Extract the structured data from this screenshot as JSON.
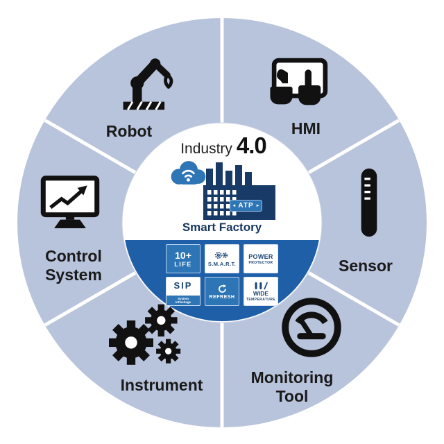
{
  "title": {
    "word": "Industry",
    "number": "4.0"
  },
  "center": {
    "caption": "Smart Factory",
    "factory_tag": "ATP",
    "tag_arrow_left": "◄",
    "tag_arrow_right": "►"
  },
  "segments": [
    {
      "id": "robot",
      "label": "Robot"
    },
    {
      "id": "hmi",
      "label": "HMI"
    },
    {
      "id": "sensor",
      "label": "Sensor"
    },
    {
      "id": "monitoring-tool",
      "label1": "Monitoring",
      "label2": "Tool"
    },
    {
      "id": "instrument",
      "label": "Instrument"
    },
    {
      "id": "control-system",
      "label1": "Control",
      "label2": "System"
    }
  ],
  "badges": [
    {
      "id": "life",
      "line1": "10+",
      "line2": "LIFE"
    },
    {
      "id": "smart",
      "line1": "S.M.A.R.T."
    },
    {
      "id": "power-protector",
      "line1": "POWER",
      "line2": "PROTECTOR"
    },
    {
      "id": "sip",
      "line1": "SIP",
      "line2": "System",
      "line3": "InPackage"
    },
    {
      "id": "refresh",
      "line1": "REFRESH"
    },
    {
      "id": "wide-temperature",
      "line1": "WIDE",
      "line2": "TEMPERATURE"
    }
  ],
  "colors": {
    "ring": "#b8c3dc",
    "divider": "#ffffff",
    "band": "#1f5fa8",
    "accent_blue": "#2e75b6",
    "navy": "#17375e",
    "icon_black": "#111111"
  }
}
